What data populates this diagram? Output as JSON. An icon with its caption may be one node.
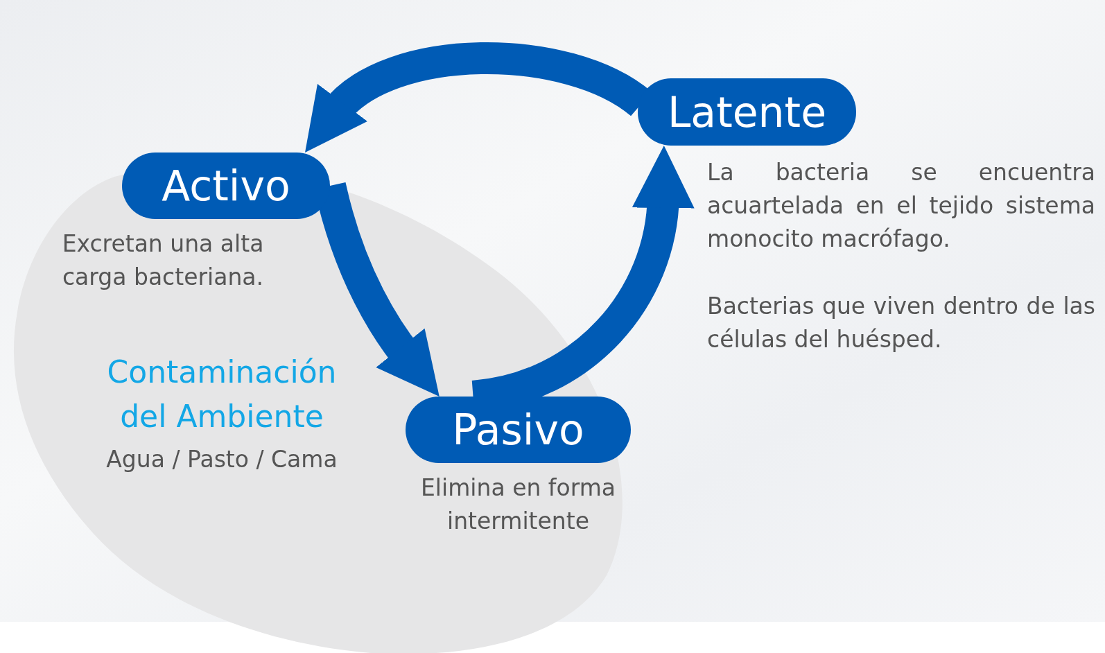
{
  "diagram": {
    "nodes": [
      {
        "text": [
          "Activo"
        ]
      },
      {
        "text": [
          "Latente"
        ]
      },
      {
        "text": [
          "Pasivo"
        ]
      },
      {
        "text": [
          "Contaminación del Ambiente",
          "Agua / Pasto / Cama"
        ]
      }
    ],
    "edges": [
      {
        "from": 0,
        "to": 2,
        "arrow": "to"
      },
      {
        "from": 2,
        "to": 1,
        "arrow": "to"
      },
      {
        "from": 1,
        "to": 0,
        "arrow": "to"
      }
    ],
    "labels": [
      "La bacteria se encuentra acuartelada en el tejido sistema monocito macrófago.",
      "Excretan una alta carga bacteriana.",
      "Bacterias que viven dentro de las células del huésped.",
      "Elimina en forma intermitente"
    ]
  }
}
